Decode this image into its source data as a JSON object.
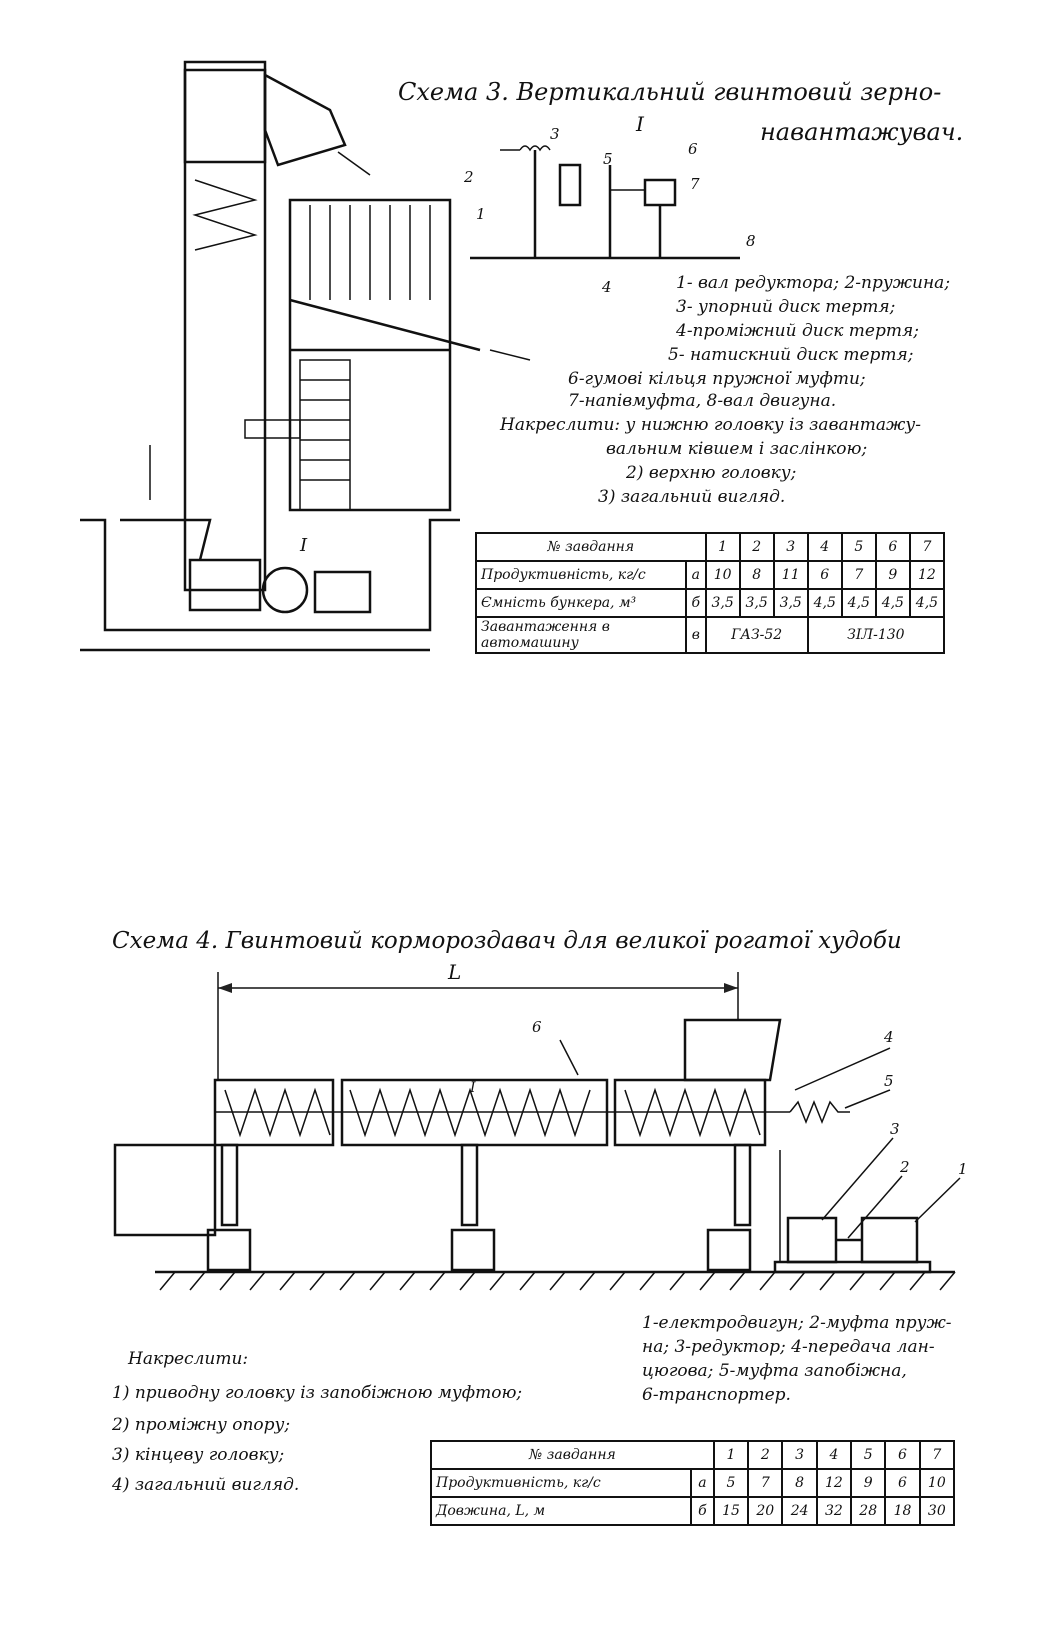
{
  "scheme3": {
    "title_line1": "Схема 3. Вертикальний гвинтовий зерно-",
    "title_line2": "навантажувач.",
    "detail_label": "I",
    "legend": [
      "1- вал редуктора; 2-пружина;",
      "3- упорний диск тертя;",
      "4-проміжний диск тертя;",
      "5- натискний диск тертя;",
      "6-гумові кільця пружної муфти;",
      "7-напівмуфта, 8-вал двигуна."
    ],
    "task": [
      "Накреслити: у нижню головку із завантажу-",
      "вальним ківшем і заслінкою;",
      "2) верхню головку;",
      "3) загальний вигляд."
    ],
    "table": {
      "header": "№ завдання",
      "cols": [
        "1",
        "2",
        "3",
        "4",
        "5",
        "6",
        "7"
      ],
      "rows": [
        {
          "label": "Продуктивність, кг/с",
          "letter": "а",
          "values": [
            "10",
            "8",
            "11",
            "6",
            "7",
            "9",
            "12"
          ]
        },
        {
          "label": "Ємність бункера, м³",
          "letter": "б",
          "values": [
            "3,5",
            "3,5",
            "3,5",
            "4,5",
            "4,5",
            "4,5",
            "4,5"
          ]
        },
        {
          "label": "Завантаження в автомашину",
          "letter": "в",
          "values": [
            "ГАЗ-52",
            "ЗІЛ-130"
          ]
        }
      ]
    },
    "callouts": [
      "1",
      "2",
      "3",
      "4",
      "5",
      "6",
      "7",
      "8"
    ]
  },
  "scheme4": {
    "title": "Схема 4. Гвинтовий кормороздавач для великої рогатої худоби",
    "dimension_label": "L",
    "callouts": [
      "1",
      "2",
      "3",
      "4",
      "5",
      "6"
    ],
    "section_mark": "I",
    "task": [
      "Накреслити:",
      "1) приводну головку із запобіжною муфтою;",
      "2) проміжну опору;",
      "3) кінцеву головку;",
      "4) загальний вигляд."
    ],
    "legend": [
      "1-електродвигун; 2-муфта пруж-",
      "на; 3-редуктор; 4-передача лан-",
      "цюгова; 5-муфта запобіжна,",
      "6-транспортер."
    ],
    "table": {
      "header": "№ завдання",
      "cols": [
        "1",
        "2",
        "3",
        "4",
        "5",
        "6",
        "7"
      ],
      "rows": [
        {
          "label": "Продуктивність, кг/с",
          "letter": "а",
          "values": [
            "5",
            "7",
            "8",
            "12",
            "9",
            "6",
            "10"
          ]
        },
        {
          "label": "Довжина, L, м",
          "letter": "б",
          "values": [
            "15",
            "20",
            "24",
            "32",
            "28",
            "18",
            "30"
          ]
        }
      ]
    }
  }
}
